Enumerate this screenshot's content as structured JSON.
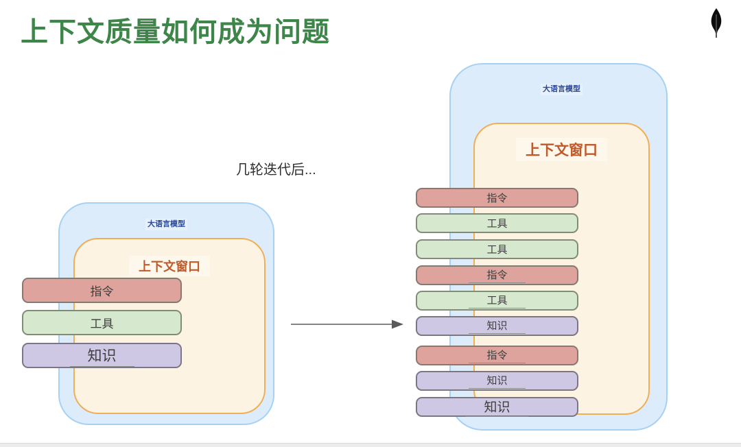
{
  "slide": {
    "title": "上下文质量如何成为问题",
    "transition_label": "几轮迭代后...",
    "logo_icon": "mongodb-leaf-icon"
  },
  "colors": {
    "title_green": "#3e8549",
    "llm_box_fill": "#dcecfb",
    "llm_box_border": "#a7d1f2",
    "context_box_fill": "#fdf3e2",
    "context_box_border": "#efae58",
    "model_label_blue": "#2c4a97",
    "window_label_orange": "#c05a2b",
    "pill_instruction_fill": "#dda39c",
    "pill_tool_fill": "#d6e8ce",
    "pill_knowledge_fill": "#cfc8e5",
    "arrow_gray": "#5a5a5a"
  },
  "left_diagram": {
    "model_label": "大语言模型",
    "window_label": "上下文窗口",
    "pills": [
      {
        "label": "指令",
        "type": "instruction"
      },
      {
        "label": "工具",
        "type": "tool"
      },
      {
        "label": "知识",
        "type": "knowledge"
      }
    ]
  },
  "right_diagram": {
    "model_label": "大语言模型",
    "window_label": "上下文窗口",
    "pills": [
      {
        "label": "指令",
        "type": "instruction"
      },
      {
        "label": "工具",
        "type": "tool"
      },
      {
        "label": "工具",
        "type": "tool"
      },
      {
        "label": "指令",
        "type": "instruction"
      },
      {
        "label": "工具",
        "type": "tool"
      },
      {
        "label": "知识",
        "type": "knowledge"
      },
      {
        "label": "指令",
        "type": "instruction"
      },
      {
        "label": "知识",
        "type": "knowledge"
      },
      {
        "label": "知识",
        "type": "knowledge"
      }
    ]
  }
}
